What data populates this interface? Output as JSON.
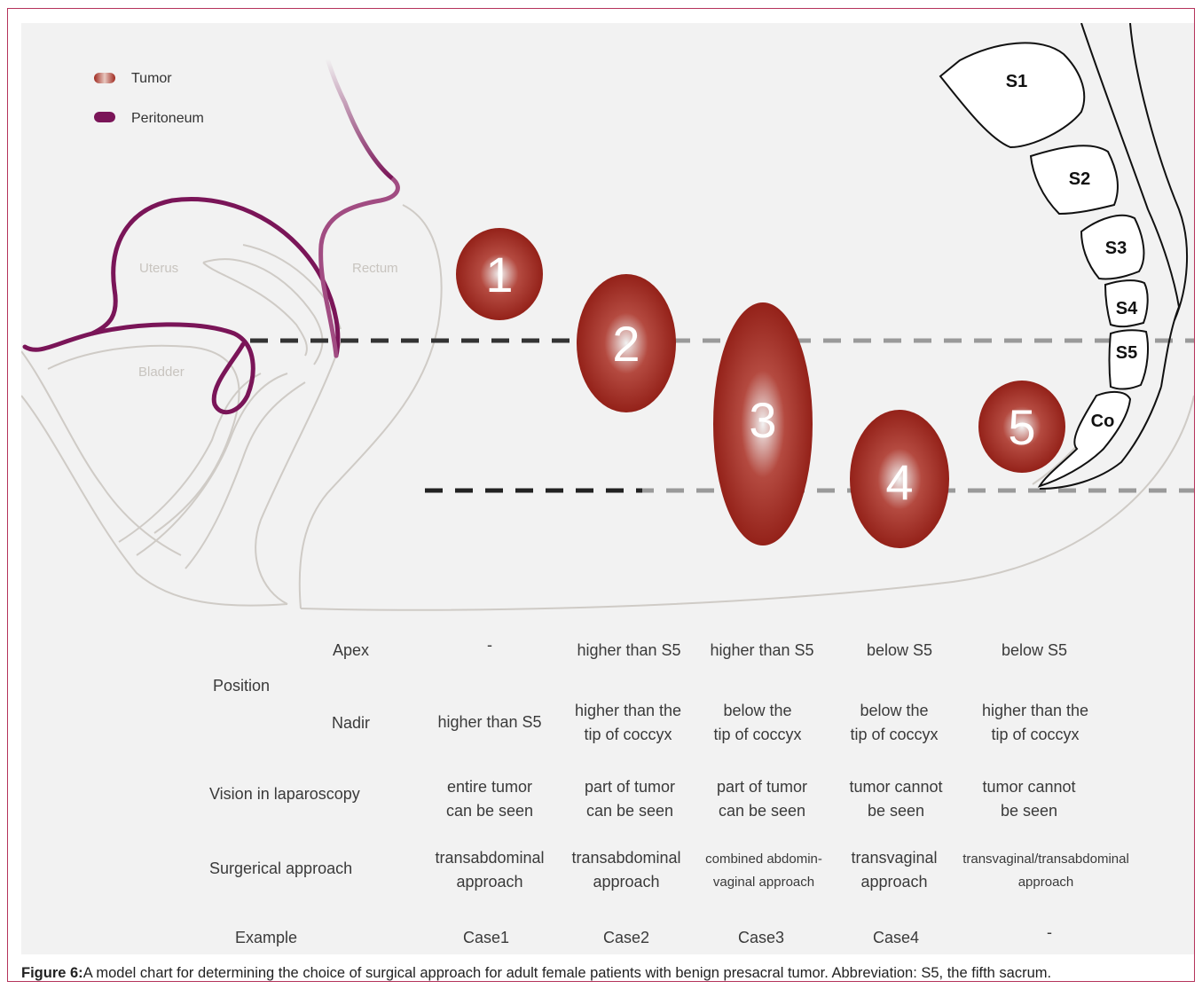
{
  "legend": [
    {
      "label": "Tumor",
      "color": "#a02a20"
    },
    {
      "label": "Peritoneum",
      "color": "#7a1558"
    }
  ],
  "anatomy": {
    "uterus": "Uterus",
    "rectum": "Rectum",
    "bladder": "Bladder"
  },
  "vertebrae": [
    "S1",
    "S2",
    "S3",
    "S4",
    "S5",
    "Co"
  ],
  "tumors": [
    "1",
    "2",
    "3",
    "4",
    "5"
  ],
  "colors": {
    "peritoneum": "#7a1558",
    "tumor_dark": "#8e1a12",
    "tumor_light": "#f2f2f2",
    "frame": "#b5335b",
    "outline": "#cfcbc6",
    "background": "#f2f2f2"
  },
  "table": {
    "position_label": "Position",
    "apex_label": "Apex",
    "nadir_label": "Nadir",
    "vision_label": "Vision in laparoscopy",
    "approach_label": "Surgerical approach",
    "example_label": "Example",
    "apex": [
      "-",
      "higher than S5",
      "higher than S5",
      "below S5",
      "below S5"
    ],
    "nadir": [
      [
        "higher than S5"
      ],
      [
        "higher than the",
        "tip of coccyx"
      ],
      [
        "below the",
        "tip of coccyx"
      ],
      [
        "below the",
        "tip of coccyx"
      ],
      [
        "higher than the",
        "tip of coccyx"
      ]
    ],
    "vision": [
      [
        "entire tumor",
        "can be seen"
      ],
      [
        "part of tumor",
        "can be seen"
      ],
      [
        "part of tumor",
        "can be seen"
      ],
      [
        "tumor cannot",
        "be seen"
      ],
      [
        "tumor cannot",
        "be seen"
      ]
    ],
    "approach": [
      [
        "transabdominal",
        "approach"
      ],
      [
        "transabdominal",
        "approach"
      ],
      [
        "combined abdomin-",
        "vaginal approach"
      ],
      [
        "transvaginal",
        "approach"
      ],
      [
        "transvaginal/transabdominal",
        "approach"
      ]
    ],
    "example": [
      "Case1",
      "Case2",
      "Case3",
      "Case4",
      "-"
    ]
  },
  "caption": {
    "label": "Figure 6:",
    "text": "A model chart for determining the choice of surgical approach for adult female patients with benign presacral tumor. Abbreviation: S5, the fifth sacrum."
  }
}
